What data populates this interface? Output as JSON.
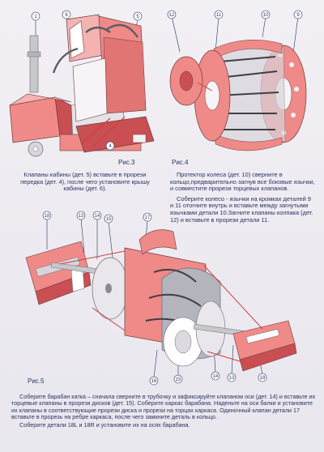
{
  "figures": {
    "fig3": {
      "caption": "Рис.3",
      "callouts": [
        "1",
        "6",
        "5",
        "4"
      ]
    },
    "fig4": {
      "caption": "Рис.4",
      "callouts": [
        "12",
        "11",
        "10",
        "9"
      ]
    },
    "fig5": {
      "caption": "Рис.5",
      "callouts": [
        "18",
        "13",
        "14",
        "15",
        "17",
        "16",
        "15",
        "14",
        "13",
        "18"
      ]
    }
  },
  "texts": {
    "fig3_text": "Клапаны кабины (дет. 5) вставьте в прорези передка (дет. 4), после чего установите крышу кабины (дет. 6).",
    "fig4_text_1": "Протектор колеса (дет. 10) сверните в кольцо,предварительно загнув все боковые язычки, и совместите прорези торцевых клапанов.",
    "fig4_text_2": "Соберите колесо - язычки на кромках деталей 9 и 11 отогните внутрь и вставьте между загнутыми язычками детали 10.Загните клапаны колпака (дет. 12) и вставьте в прорези детали 11.",
    "fig5_text_1": "Соберите барабан катка – сначала сверните в трубочку и зафиксируйте клапаном оси (дет. 14) и вставьте их торцевые клапаны в прорези дисков (дет. 15). Соберите каркас барабана. Наденьте на оси балки и установите их клапаны в соответствующие прорези диска и прорези на торцах каркаса. Одиночный клапан детали 17 вставьте в прорезь на ребре каркаса, после чего замкните деталь в кольцо.",
    "fig5_text_2": "Соберите детали 18L и 18R и установите их на осях барабана."
  },
  "colors": {
    "text": "#2a3160",
    "part_red": "#ef8a88",
    "part_dark": "#c94f52",
    "grey": "#9a9aa2",
    "outline": "#6a3a3c"
  }
}
